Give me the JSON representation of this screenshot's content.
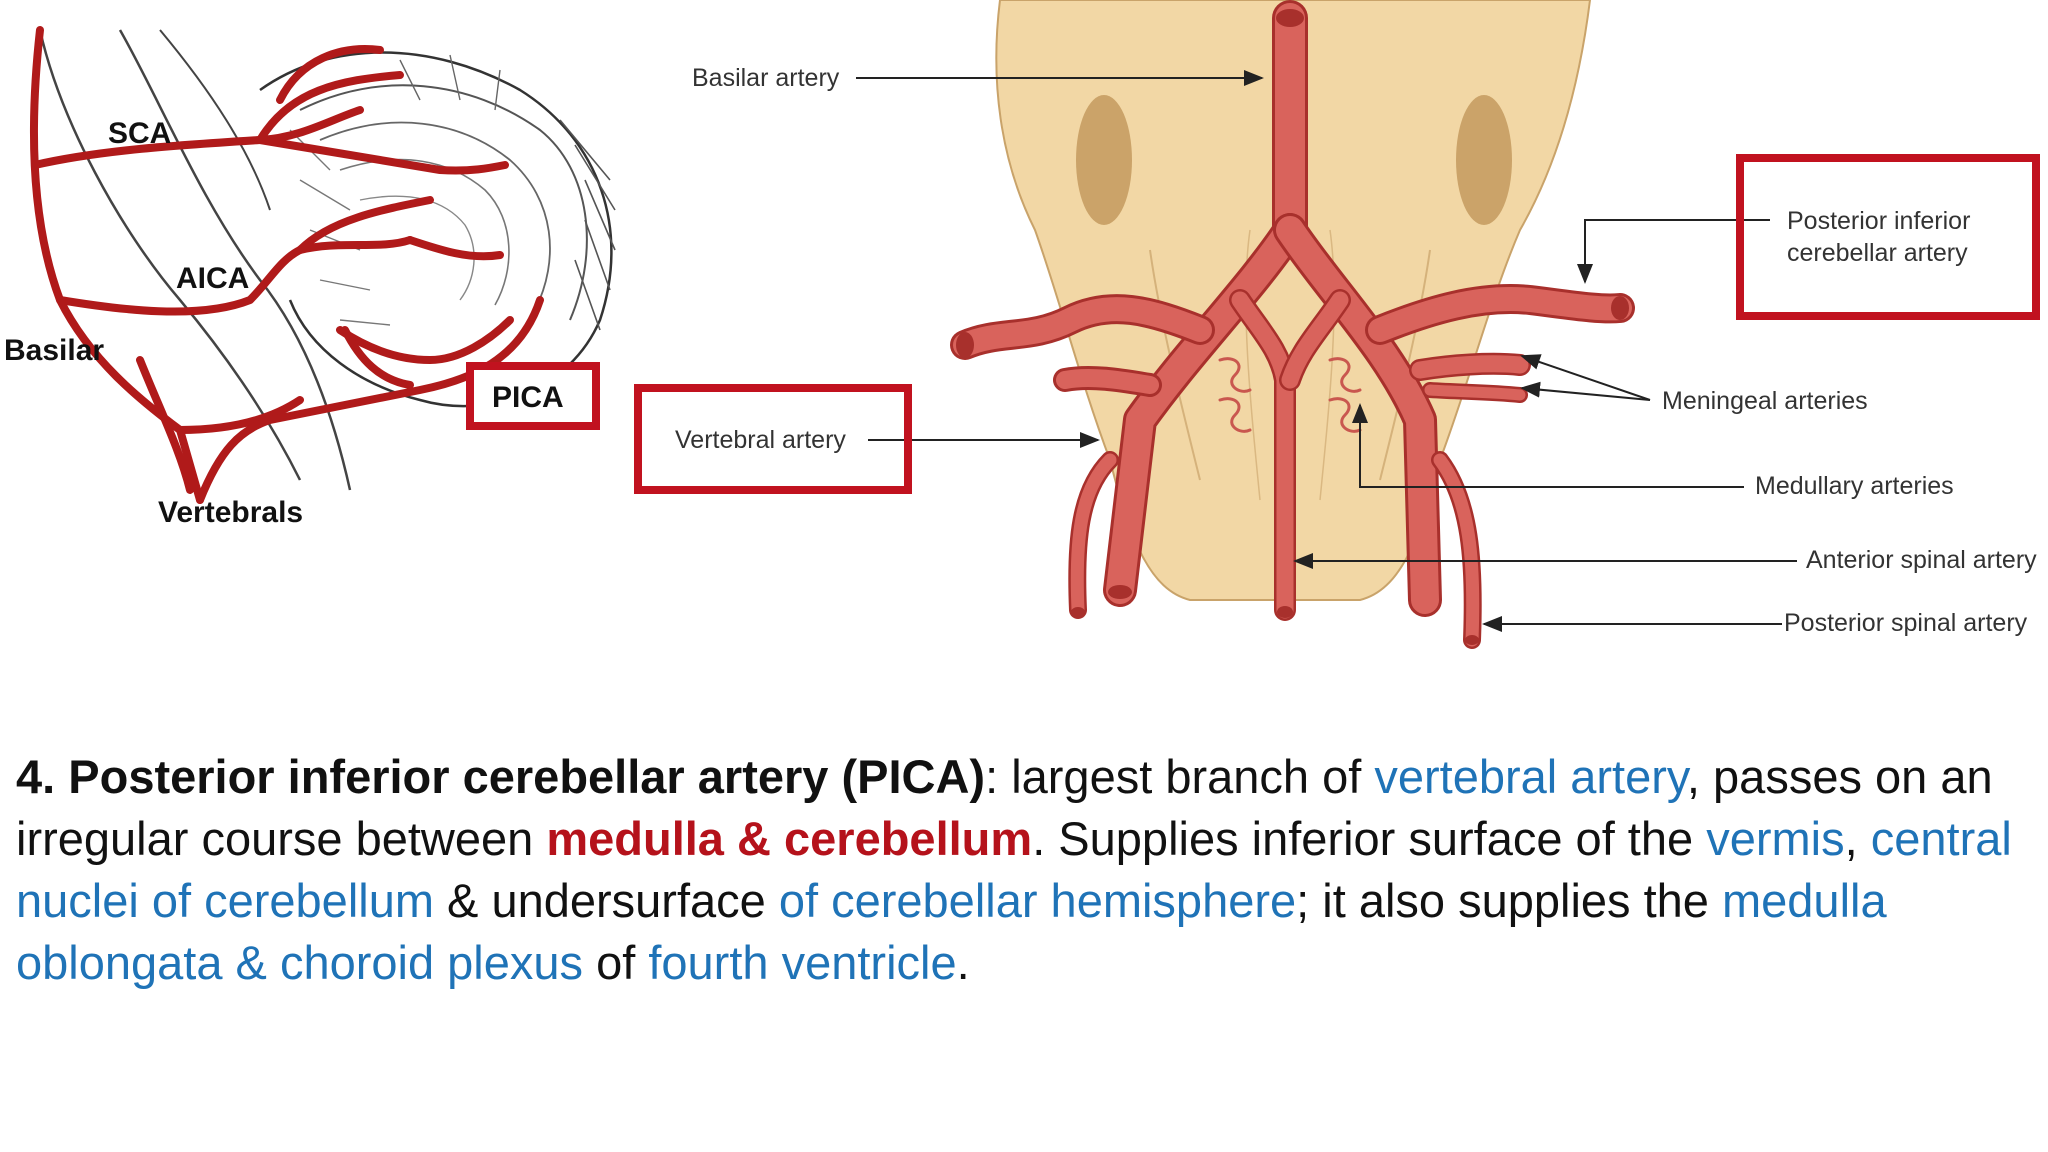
{
  "colors": {
    "artery": "#d9635c",
    "artery_dark": "#a8302c",
    "brainstem": "#f2d7a5",
    "brainstem_edge": "#c9a36a",
    "highlight_box": "#c1121f",
    "sketch_artery": "#b01a1a",
    "link_blue": "#1f73b7",
    "emphasis_red": "#b5121b",
    "text": "#111111"
  },
  "left_diagram": {
    "labels": {
      "sca": "SCA",
      "aica": "AICA",
      "basilar": "Basilar",
      "pica": "PICA",
      "vertebrals": "Vertebrals"
    }
  },
  "right_diagram": {
    "labels": {
      "basilar_artery": "Basilar artery",
      "vertebral_artery": "Vertebral artery",
      "pica_line1": "Posterior inferior",
      "pica_line2": "cerebellar artery",
      "meningeal": "Meningeal arteries",
      "medullary": "Medullary arteries",
      "anterior_spinal": "Anterior spinal artery",
      "posterior_spinal": "Posterior spinal artery"
    }
  },
  "caption": {
    "lead": "4. Posterior inferior cerebellar artery (PICA)",
    "t1": ": largest branch of ",
    "l1": "vertebral artery",
    "t2": ", passes on an irregular course between ",
    "h1": "medulla & cerebellum",
    "t3": ". Supplies inferior surface of the ",
    "l2": "vermis",
    "t4": ", ",
    "l3": "central nuclei of cerebellum",
    "t5": " & undersurface ",
    "l4": "of cerebellar hemisphere",
    "t6": "; it also supplies the ",
    "l5": "medulla oblongata & choroid plexus",
    "t7": " of ",
    "l6": "fourth ventricle",
    "t8": "."
  }
}
